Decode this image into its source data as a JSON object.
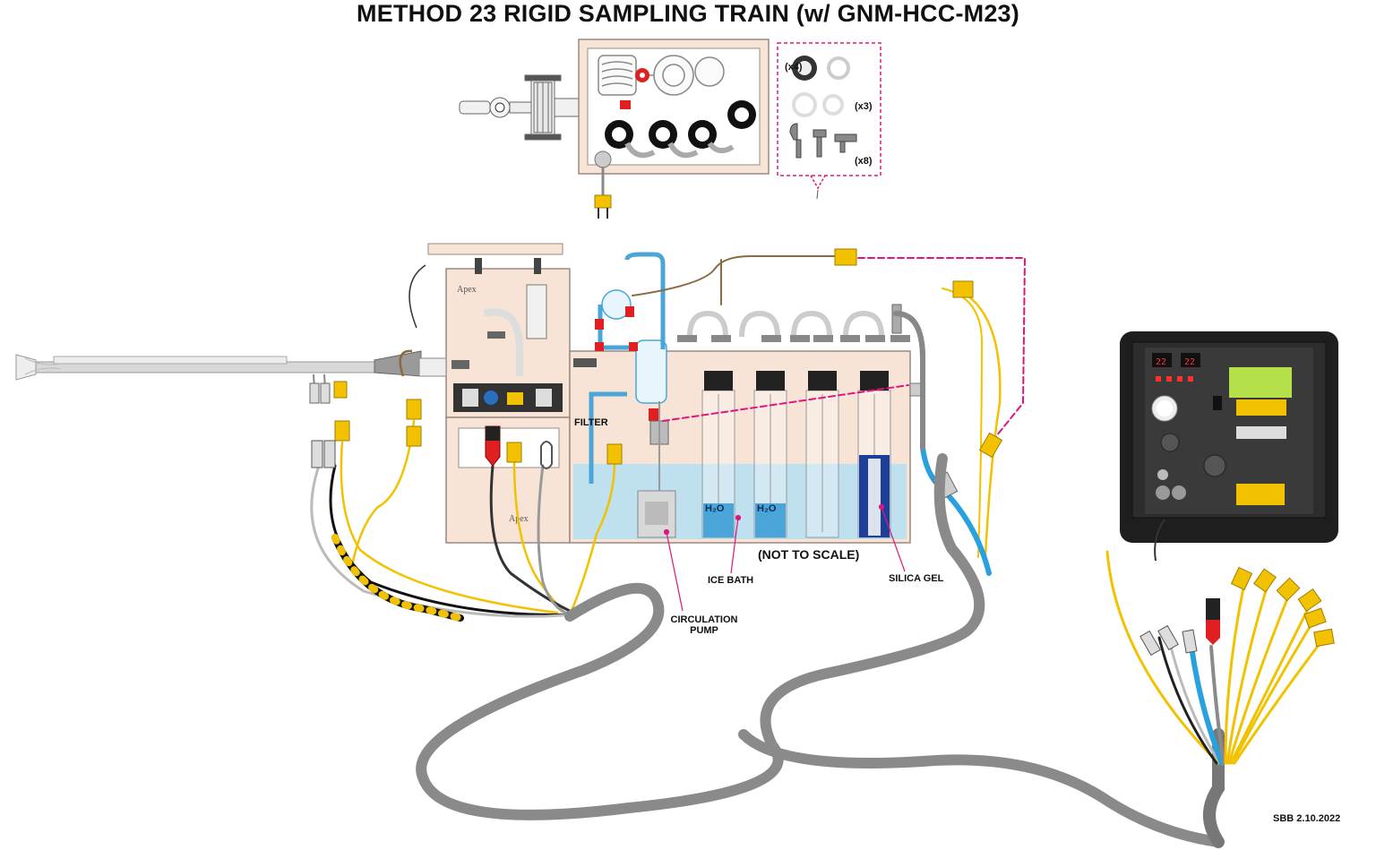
{
  "title": "METHOD 23 RIGID SAMPLING TRAIN (w/ GNM-HCC-M23)",
  "callouts": {
    "filter": "FILTER",
    "not_to_scale": "(NOT TO SCALE)",
    "ice_bath": "ICE BATH",
    "circulation_pump_line1": "CIRCULATION",
    "circulation_pump_line2": "PUMP",
    "silica_gel": "SILICA GEL",
    "water_1": "H₂O",
    "water_2": "H₂O"
  },
  "kit_counts": {
    "row1": "(x4)",
    "row2": "(x3)",
    "row3": "(x8)"
  },
  "footer_stamp": "SBB 2.10.2022",
  "colors": {
    "case_fill": "#f7e4d6",
    "case_stroke": "#9a8a80",
    "tube_blue": "#4aa6d8",
    "ice_bath": "#bfe0ef",
    "connector_yellow": "#f2c200",
    "umbilical_gray": "#8a8a8a",
    "leader_magenta": "#e0157d",
    "fitting_red": "#e02020",
    "console_black": "#1e1e1e",
    "lcd_green": "#b6e04a"
  }
}
